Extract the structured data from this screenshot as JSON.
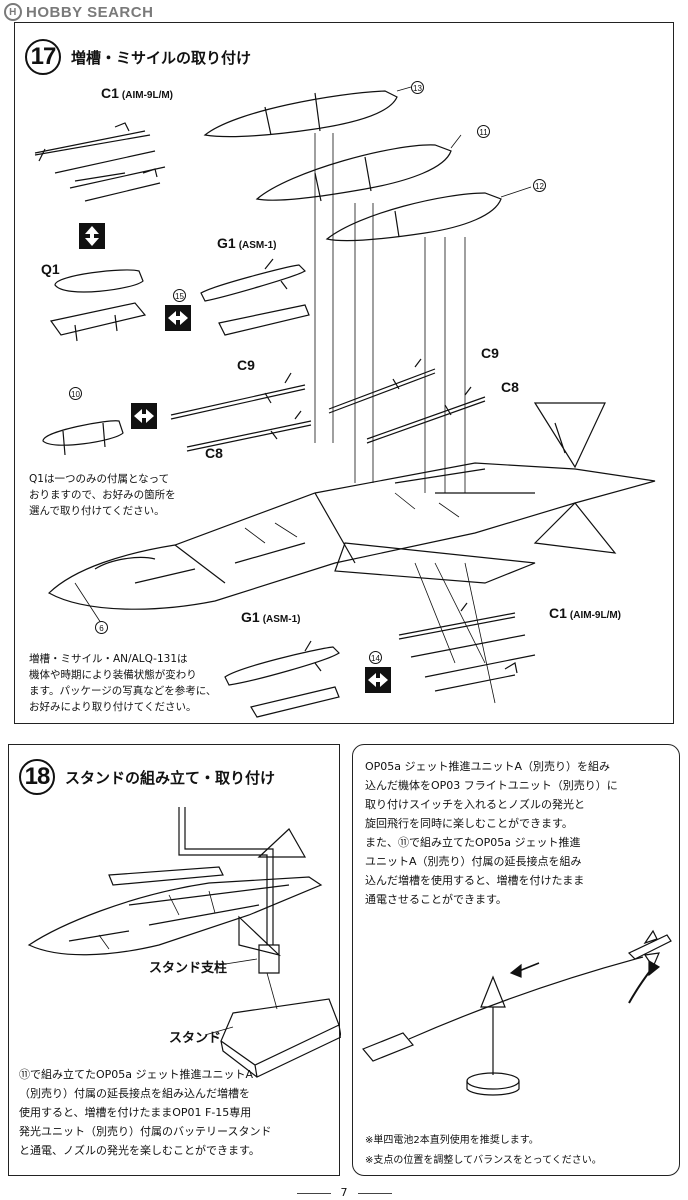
{
  "watermark": {
    "logo": "H",
    "text": "HOBBY SEARCH"
  },
  "step17": {
    "number": "17",
    "title": "増槽・ミサイルの取り付け",
    "labels": {
      "c1_top": "C1",
      "c1_top_sub": "(AIM-9L/M)",
      "q1": "Q1",
      "g1_top": "G1",
      "g1_top_sub": "(ASM-1)",
      "c9_left": "C9",
      "c8_left": "C8",
      "c9_right": "C9",
      "c8_right": "C8",
      "g1_bottom": "G1",
      "g1_bottom_sub": "(ASM-1)",
      "c1_bottom": "C1",
      "c1_bottom_sub": "(AIM-9L/M)"
    },
    "callouts": {
      "n13": "13",
      "n11": "11",
      "n12": "12",
      "n15": "15",
      "n10": "10",
      "n6": "6",
      "n14": "14"
    },
    "note_q1": [
      "Q1は一つのみの付属となって",
      "おりますので、お好みの箇所を",
      "選んで取り付けてください。"
    ],
    "note_fit": [
      "増槽・ミサイル・AN/ALQ-131は",
      "機体や時期により装備状態が変わり",
      "ます。パッケージの写真などを参考に、",
      "お好みにより取り付けてください。"
    ]
  },
  "step18": {
    "number": "18",
    "title": "スタンドの組み立て・取り付け",
    "label_pole": "スタンド支柱",
    "label_stand": "スタンド",
    "note": [
      "⑪で組み立てたOP05a ジェット推進ユニットA",
      "（別売り）付属の延長接点を組み込んだ増槽を",
      "使用すると、増槽を付けたままOP01 F-15専用",
      "発光ユニット（別売り）付属のバッテリースタンド",
      "と通電、ノズルの発光を楽しむことができます。"
    ]
  },
  "info": {
    "text": [
      "OP05a ジェット推進ユニットA（別売り）を組み",
      "込んだ機体をOP03 フライトユニット（別売り）に",
      "取り付けスイッチを入れるとノズルの発光と",
      "旋回飛行を同時に楽しむことができます。",
      "また、⑪で組み立てたOP05a ジェット推進",
      "ユニットA（別売り）付属の延長接点を組み",
      "込んだ増槽を使用すると、増槽を付けたまま",
      "通電させることができます。"
    ],
    "foot1": "※単四電池2本直列使用を推奨します。",
    "foot2": "※支点の位置を調整してバランスをとってください。"
  },
  "page": {
    "number": "7"
  },
  "colors": {
    "ink": "#111111",
    "watermark": "#7a7a7a"
  }
}
